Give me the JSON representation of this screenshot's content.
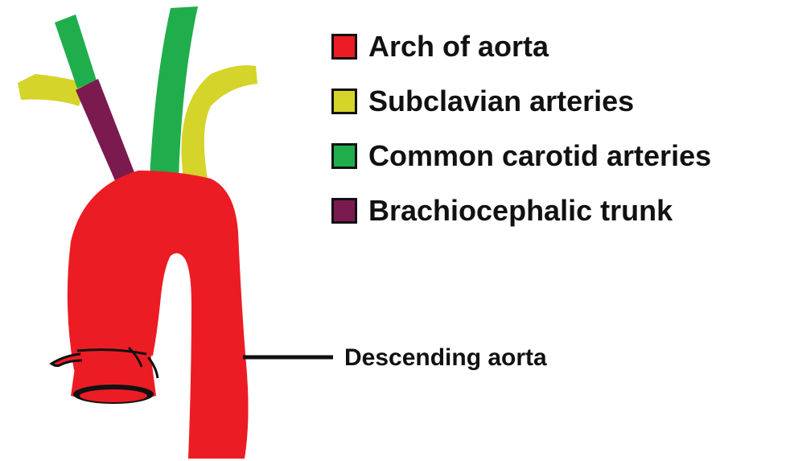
{
  "colors": {
    "arch": "#ec1c24",
    "subclavian": "#d4d42a",
    "carotid": "#1fae4b",
    "brachiocephalic": "#7b1a4f",
    "outline": "#111111"
  },
  "legend": {
    "items": [
      {
        "label": "Arch of aorta",
        "color": "#ec1c24"
      },
      {
        "label": "Subclavian arteries",
        "color": "#d4d42a"
      },
      {
        "label": "Common carotid arteries",
        "color": "#1fae4b"
      },
      {
        "label": "Brachiocephalic trunk",
        "color": "#7b1a4f"
      }
    ]
  },
  "callout": {
    "label": "Descending aorta"
  }
}
